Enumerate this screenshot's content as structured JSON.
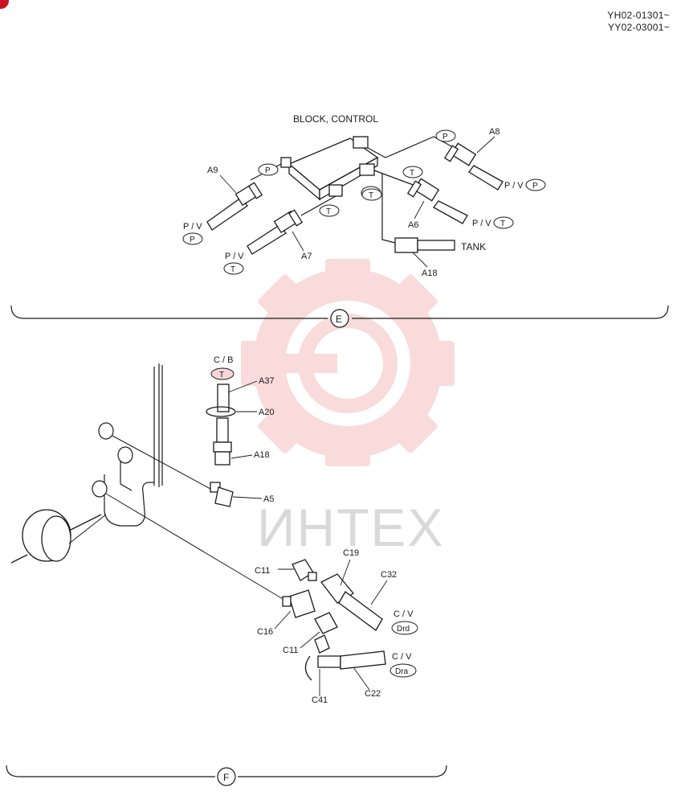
{
  "header": {
    "serial_1": "YH02-01301~",
    "serial_2": "YY02-03001~"
  },
  "watermark": {
    "text": "ИНТЕХ",
    "color": "#f4b8b8"
  },
  "section_e": {
    "id": "E",
    "block_label": "BLOCK, CONTROL",
    "parts": {
      "a9": "A9",
      "a7": "A7",
      "a8": "A8",
      "a6": "A6",
      "a18": "A18"
    },
    "tank_label": "TANK",
    "pv_label": "P / V",
    "port_p": "P",
    "port_t": "T"
  },
  "section_f": {
    "id": "F",
    "cb_label": "C / B",
    "cv_label": "C / V",
    "port_t": "T",
    "port_drd": "Drd",
    "port_dra": "Dra",
    "parts": {
      "a37": "A37",
      "a20": "A20",
      "a18": "A18",
      "a5": "A5",
      "c11a": "C11",
      "c19": "C19",
      "c32": "C32",
      "c16": "C16",
      "c11b": "C11",
      "c41": "C41",
      "c22": "C22"
    }
  }
}
